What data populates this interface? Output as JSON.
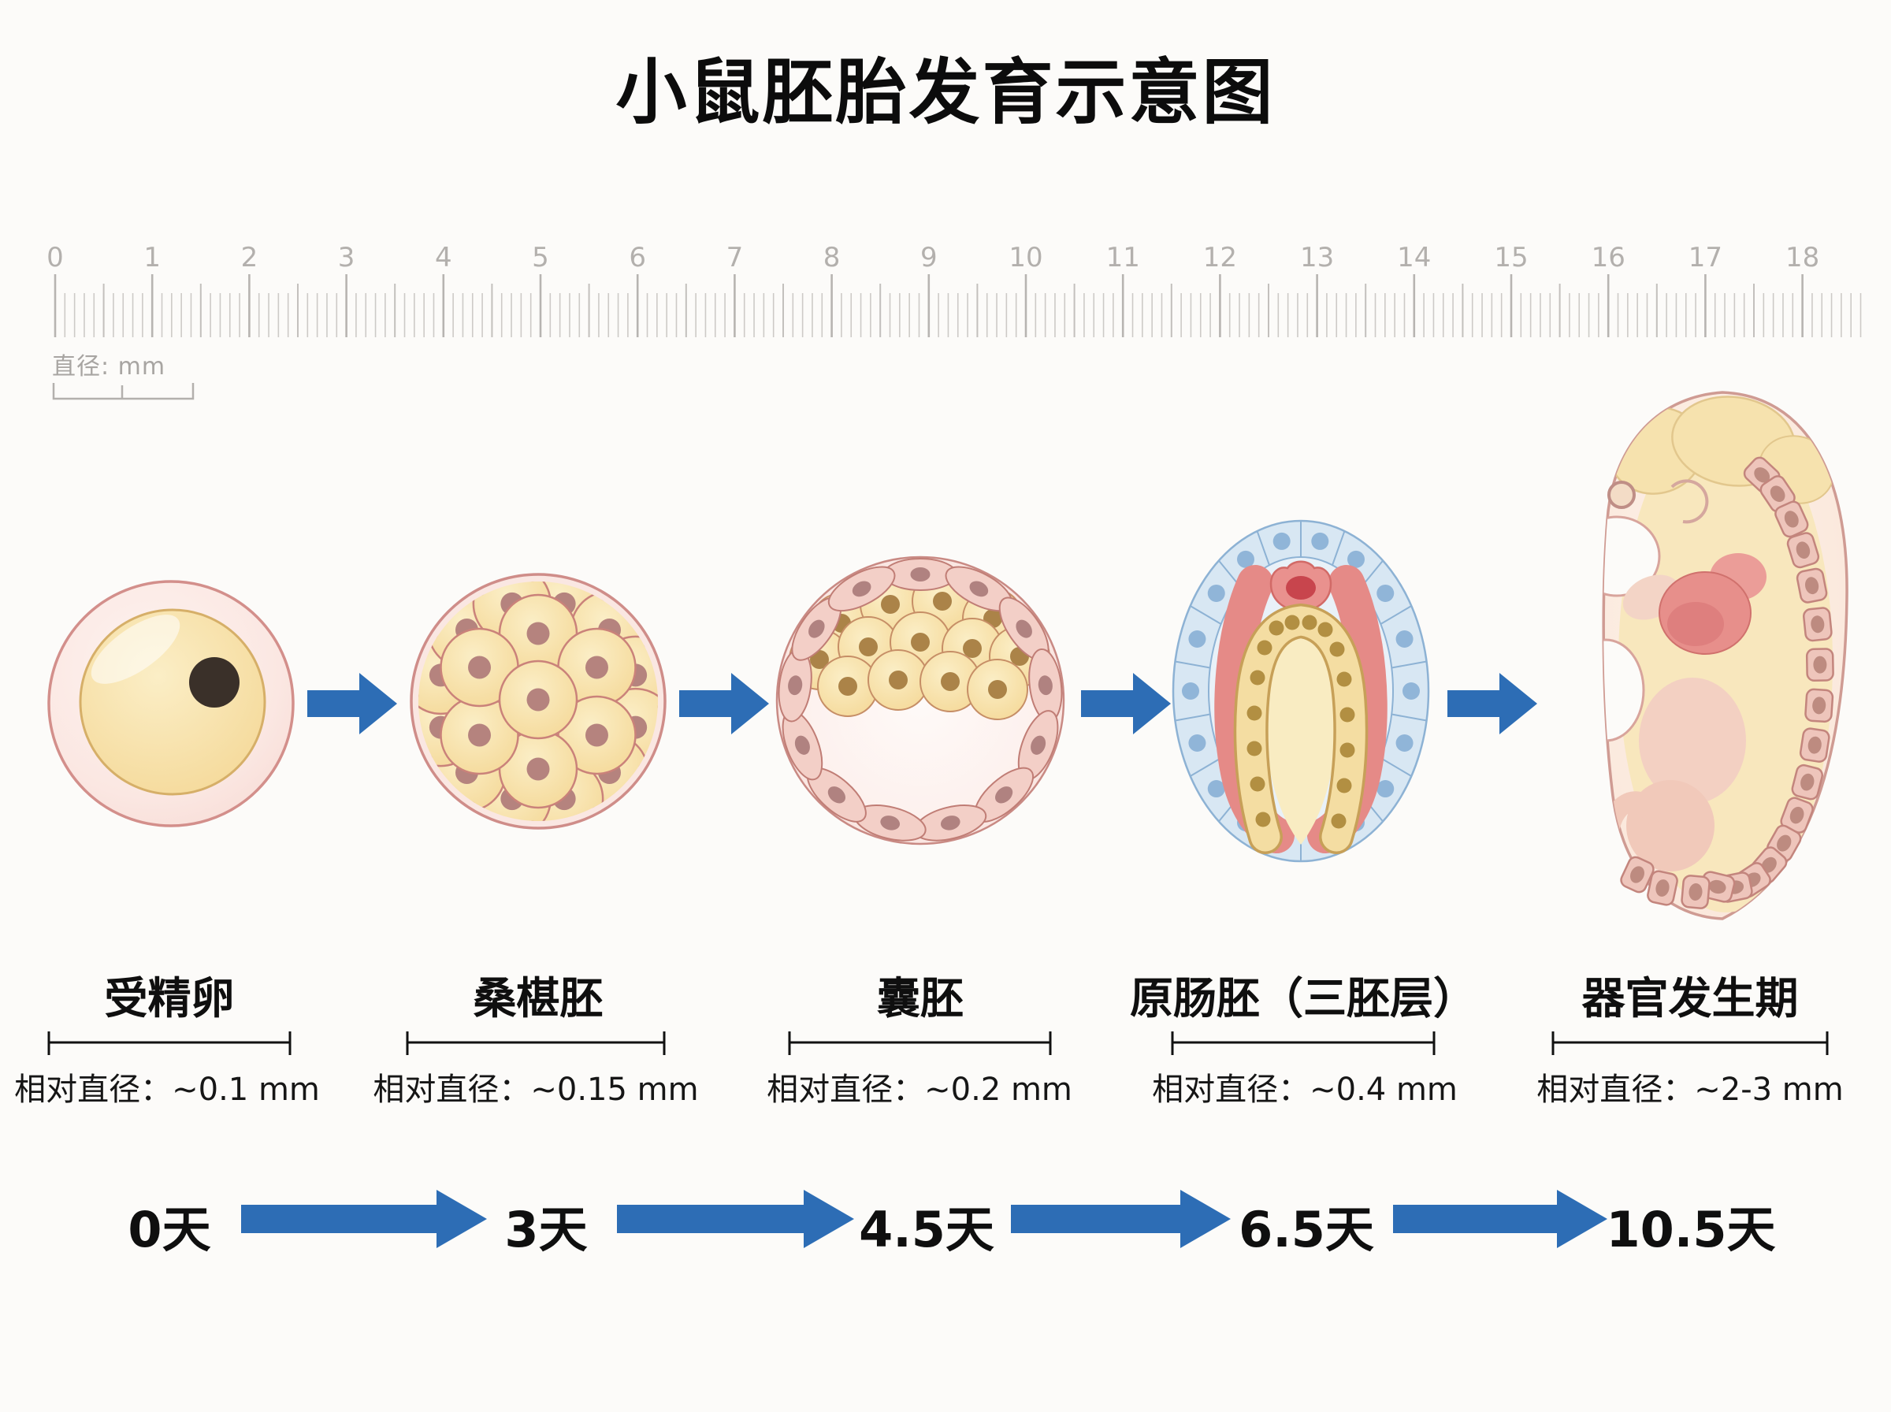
{
  "title": "小鼠胚胎发育示意图",
  "ruler": {
    "unit_label": "直径: mm",
    "numbers": [
      "0",
      "1",
      "2",
      "3",
      "4",
      "5",
      "6",
      "7",
      "8",
      "9",
      "10",
      "11",
      "12",
      "13",
      "14",
      "15",
      "16",
      "17",
      "18"
    ]
  },
  "stages": [
    {
      "name": "受精卵",
      "diameter": "相对直径：~0.1 mm",
      "day": "0天"
    },
    {
      "name": "桑椹胚",
      "diameter": "相对直径：~0.15 mm",
      "day": "3天"
    },
    {
      "name": "囊胚",
      "diameter": "相对直径：~0.2 mm",
      "day": "4.5天"
    },
    {
      "name": "原肠胚（三胚层）",
      "diameter": "相对直径：~0.4 mm",
      "day": "6.5天"
    },
    {
      "name": "器官发生期",
      "diameter": "相对直径：~2-3 mm",
      "day": "10.5天"
    }
  ],
  "colors": {
    "arrow": "#2d6db5",
    "ruler_text": "#b3b0ad",
    "bracket": "#111111"
  }
}
